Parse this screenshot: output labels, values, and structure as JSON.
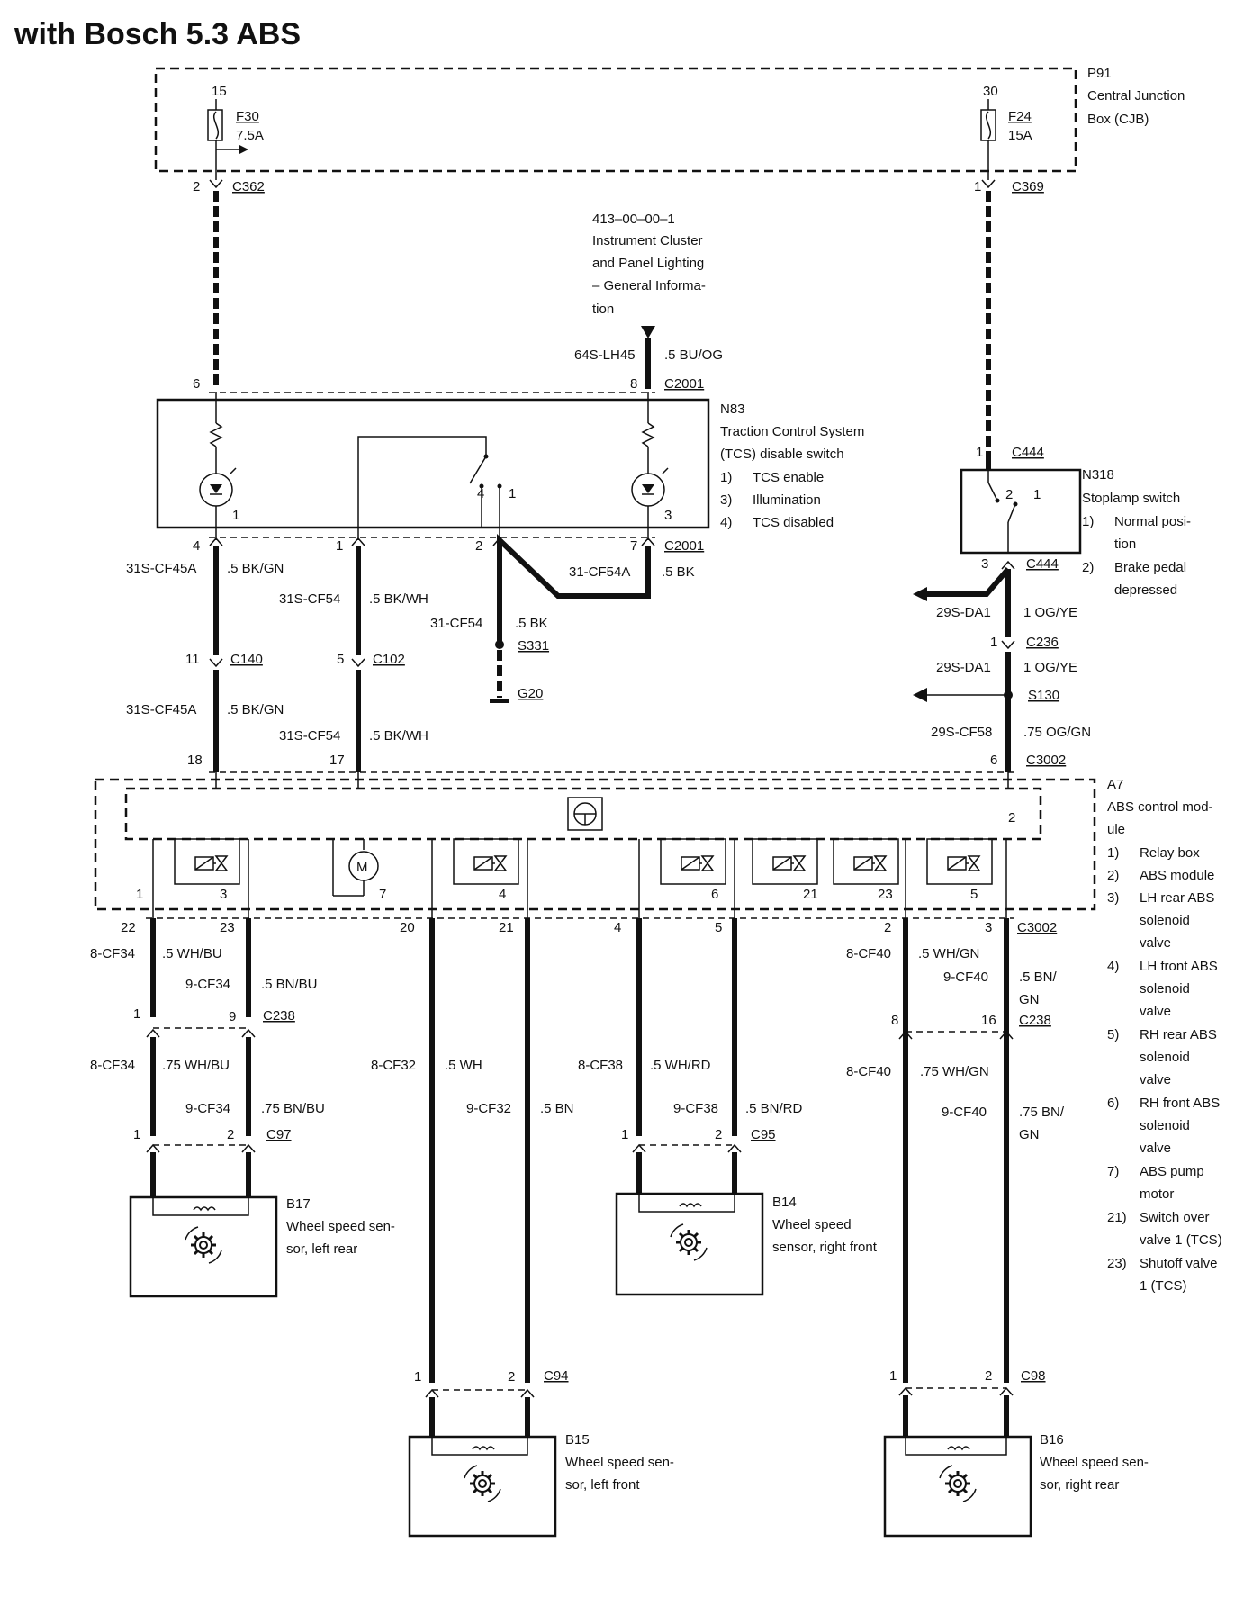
{
  "title": "with Bosch 5.3 ABS",
  "cjb": {
    "id": "P91",
    "name_line1": "Central Junction",
    "name_line2": "Box (CJB)",
    "fuse_left": {
      "pin": "15",
      "id": "F30",
      "rating": "7.5A"
    },
    "fuse_right": {
      "pin": "30",
      "id": "F24",
      "rating": "15A"
    }
  },
  "connectors": {
    "c362": {
      "pin": "2",
      "name": "C362"
    },
    "c369": {
      "pin": "1",
      "name": "C369"
    }
  },
  "ref_note": {
    "line1": "413–00–00–1",
    "line2": "Instrument Cluster",
    "line3": "and Panel Lighting",
    "line4": "– General Informa-",
    "line5": "tion"
  },
  "ill_wire": {
    "circuit": "64S-LH45",
    "gauge": ".5 BU/OG"
  },
  "n83": {
    "id": "N83",
    "name_line1": "Traction Control System",
    "name_line2": "(TCS) disable switch",
    "legend": [
      {
        "num": "1)",
        "text": "TCS enable"
      },
      {
        "num": "3)",
        "text": "Illumination"
      },
      {
        "num": "4)",
        "text": "TCS disabled"
      }
    ],
    "pin_top_left": "6",
    "pin_top_right": "8",
    "connector": "C2001",
    "int1": "1",
    "int4": "4",
    "int1b": "1",
    "int3": "3",
    "pin_b4": "4",
    "pin_b1": "1",
    "pin_b2": "2",
    "pin_b7": "7",
    "connector_bottom": "C2001"
  },
  "n318": {
    "id": "N318",
    "name": "Stoplamp switch",
    "legend": [
      {
        "num": "1)",
        "text1": "Normal posi-",
        "text2": "tion"
      },
      {
        "num": "2)",
        "text1": "Brake pedal",
        "text2": "depressed"
      }
    ],
    "pin_top": "1",
    "connector_top": "C444",
    "int2": "2",
    "int1": "1",
    "pin_bottom": "3",
    "connector_bottom": "C444"
  },
  "wires": {
    "w1": {
      "circuit": "31S-CF45A",
      "gauge": ".5 BK/GN"
    },
    "w2": {
      "circuit": "31S-CF54",
      "gauge": ".5 BK/WH"
    },
    "w3": {
      "circuit": "31-CF54A",
      "gauge": ".5 BK"
    },
    "w4": {
      "circuit": "31-CF54",
      "gauge": ".5 BK"
    },
    "w5": {
      "circuit": "29S-DA1",
      "gauge": "1 OG/YE"
    },
    "w6": {
      "circuit": "29S-DA1",
      "gauge": "1 OG/YE"
    },
    "w7": {
      "circuit": "31S-CF45A",
      "gauge": ".5 BK/GN"
    },
    "w8": {
      "circuit": "31S-CF54",
      "gauge": ".5 BK/WH"
    },
    "w9": {
      "circuit": "29S-CF58",
      "gauge": ".75 OG/GN"
    },
    "b17a": {
      "circuit": "8-CF34",
      "gauge": ".5 WH/BU"
    },
    "b17b": {
      "circuit": "9-CF34",
      "gauge": ".5 BN/BU"
    },
    "b17c": {
      "circuit": "8-CF34",
      "gauge": ".75 WH/BU"
    },
    "b17d": {
      "circuit": "9-CF34",
      "gauge": ".75 BN/BU"
    },
    "b15a": {
      "circuit": "8-CF32",
      "gauge": ".5 WH"
    },
    "b15b": {
      "circuit": "9-CF32",
      "gauge": ".5 BN"
    },
    "b14a": {
      "circuit": "8-CF38",
      "gauge": ".5 WH/RD"
    },
    "b14b": {
      "circuit": "9-CF38",
      "gauge": ".5 BN/RD"
    },
    "b16a": {
      "circuit": "8-CF40",
      "gauge": ".5 WH/GN"
    },
    "b16b": {
      "circuit": "9-CF40",
      "gauge1": ".5 BN/",
      "gauge2": "GN"
    },
    "b16c": {
      "circuit": "8-CF40",
      "gauge": ".75 WH/GN"
    },
    "b16d": {
      "circuit": "9-CF40",
      "gauge1": ".75 BN/",
      "gauge2": "GN"
    }
  },
  "inline": {
    "c140": {
      "pin": "11",
      "name": "C140"
    },
    "c102": {
      "pin": "5",
      "name": "C102"
    },
    "s331": "S331",
    "g20": "G20",
    "c236": {
      "pin": "1",
      "name": "C236"
    },
    "s130": "S130",
    "c3002_top": {
      "p18": "18",
      "p17": "17",
      "p6": "6",
      "name": "C3002"
    },
    "c3002_bot": {
      "p22": "22",
      "p23": "23",
      "p20": "20",
      "p21": "21",
      "p4": "4",
      "p5": "5",
      "p2": "2",
      "p3": "3",
      "name": "C3002"
    },
    "c238_left": {
      "p1": "1",
      "p9": "9",
      "name": "C238"
    },
    "c238_right": {
      "p8": "8",
      "p16": "16",
      "name": "C238"
    },
    "c97": {
      "p1": "1",
      "p2": "2",
      "name": "C97"
    },
    "c95": {
      "p1": "1",
      "p2": "2",
      "name": "C95"
    },
    "c94": {
      "p1": "1",
      "p2": "2",
      "name": "C94"
    },
    "c98": {
      "p1": "1",
      "p2": "2",
      "name": "C98"
    }
  },
  "a7": {
    "id": "A7",
    "name_line1": "ABS control mod-",
    "name_line2": "ule",
    "module_num": "2",
    "int_labels": [
      "1",
      "3",
      "7",
      "4",
      "6",
      "21",
      "23",
      "5"
    ],
    "legend": [
      {
        "num": "1)",
        "lines": [
          "Relay box"
        ]
      },
      {
        "num": "2)",
        "lines": [
          "ABS module"
        ]
      },
      {
        "num": "3)",
        "lines": [
          "LH rear ABS",
          "solenoid",
          "valve"
        ]
      },
      {
        "num": "4)",
        "lines": [
          "LH front ABS",
          "solenoid",
          "valve"
        ]
      },
      {
        "num": "5)",
        "lines": [
          "RH rear ABS",
          "solenoid",
          "valve"
        ]
      },
      {
        "num": "6)",
        "lines": [
          "RH front ABS",
          "solenoid",
          "valve"
        ]
      },
      {
        "num": "7)",
        "lines": [
          "ABS pump",
          "motor"
        ]
      },
      {
        "num": "21)",
        "lines": [
          "Switch over",
          "valve 1 (TCS)"
        ]
      },
      {
        "num": "23)",
        "lines": [
          "Shutoff valve",
          "1 (TCS)"
        ]
      }
    ]
  },
  "sensors": {
    "b17": {
      "id": "B17",
      "line1": "Wheel speed sen-",
      "line2": "sor, left rear"
    },
    "b14": {
      "id": "B14",
      "line1": "Wheel speed",
      "line2": "sensor, right front"
    },
    "b15": {
      "id": "B15",
      "line1": "Wheel speed sen-",
      "line2": "sor, left front"
    },
    "b16": {
      "id": "B16",
      "line1": "Wheel speed sen-",
      "line2": "sor, right rear"
    }
  }
}
